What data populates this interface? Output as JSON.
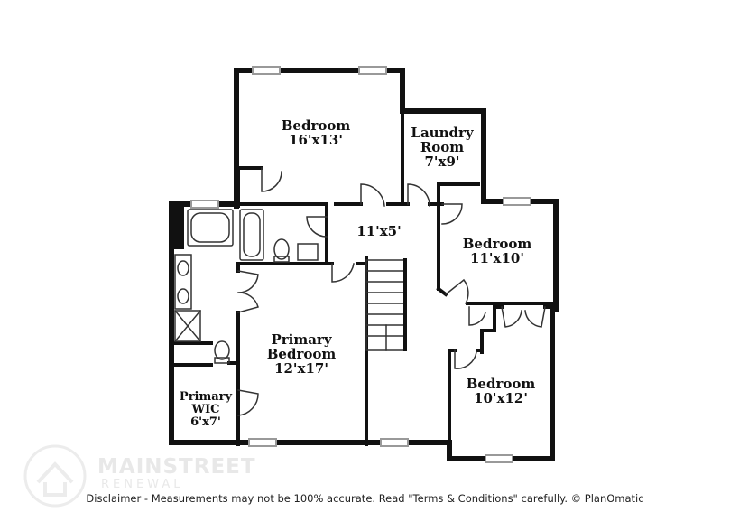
{
  "rooms": {
    "bedroom_top": {
      "name": "Bedroom",
      "size": "16'x13'"
    },
    "laundry": {
      "name_line1": "Laundry",
      "name_line2": "Room",
      "size": "7'x9'"
    },
    "hall": {
      "size": "11'x5'"
    },
    "bedroom_right": {
      "name": "Bedroom",
      "size": "11'x10'"
    },
    "primary_bedroom": {
      "name_line1": "Primary",
      "name_line2": "Bedroom",
      "size": "12'x17'"
    },
    "primary_wic": {
      "name_line1": "Primary",
      "name_line2": "WIC",
      "size": "6'x7'"
    },
    "bedroom_bottom": {
      "name": "Bedroom",
      "size": "10'x12'"
    }
  },
  "watermark": {
    "brand": "MAINSTREET",
    "sub": "RENEWAL"
  },
  "disclaimer": "Disclaimer - Measurements may not be 100% accurate. Read \"Terms & Conditions\" carefully. © PlanOmatic",
  "colors": {
    "wall": "#111111",
    "window": "#9a9a9a",
    "watermark": "#e8e8e8"
  }
}
